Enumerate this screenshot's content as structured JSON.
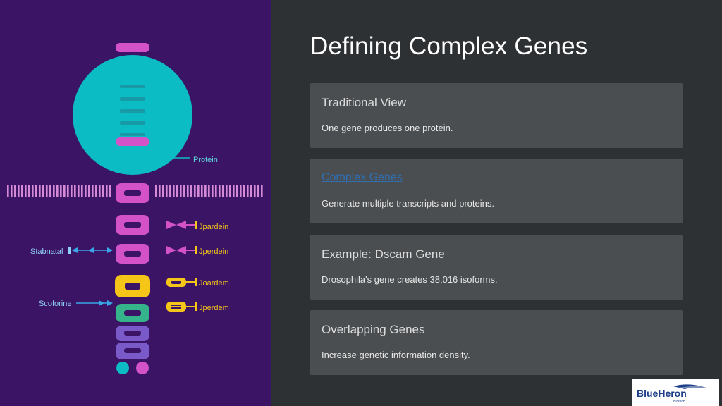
{
  "slide": {
    "title": "Defining Complex Genes"
  },
  "cards": [
    {
      "title": "Traditional View",
      "description": "One gene produces one protein."
    },
    {
      "title": "Complex Genes",
      "description": "Generate multiple transcripts and proteins."
    },
    {
      "title": "Example: Dscam Gene",
      "description": "Drosophila's gene creates 38,016 isoforms."
    },
    {
      "title": "Overlapping Genes",
      "description": "Increase genetic information density."
    }
  ],
  "illustration": {
    "labels": {
      "protein": "Protein",
      "stabnatal": "Stabnatal",
      "scoforine": "Scoforine",
      "joardein": "Jpardein",
      "jperdein": "Jperdein",
      "joardem": "Joardem",
      "jperdem": "Jperdem"
    }
  },
  "logo": {
    "text_main": "BlueHeron",
    "text_sub": "Biotech"
  },
  "colors": {
    "left_background": "#3c1466",
    "right_background": "#2e3134",
    "card_background": "#4b4e50",
    "protein_circle": "#0bbcc4",
    "magenta": "#d352c8",
    "yellow": "#f5c518",
    "green": "#35b38a",
    "arrow_blue": "#3aa6e8"
  }
}
